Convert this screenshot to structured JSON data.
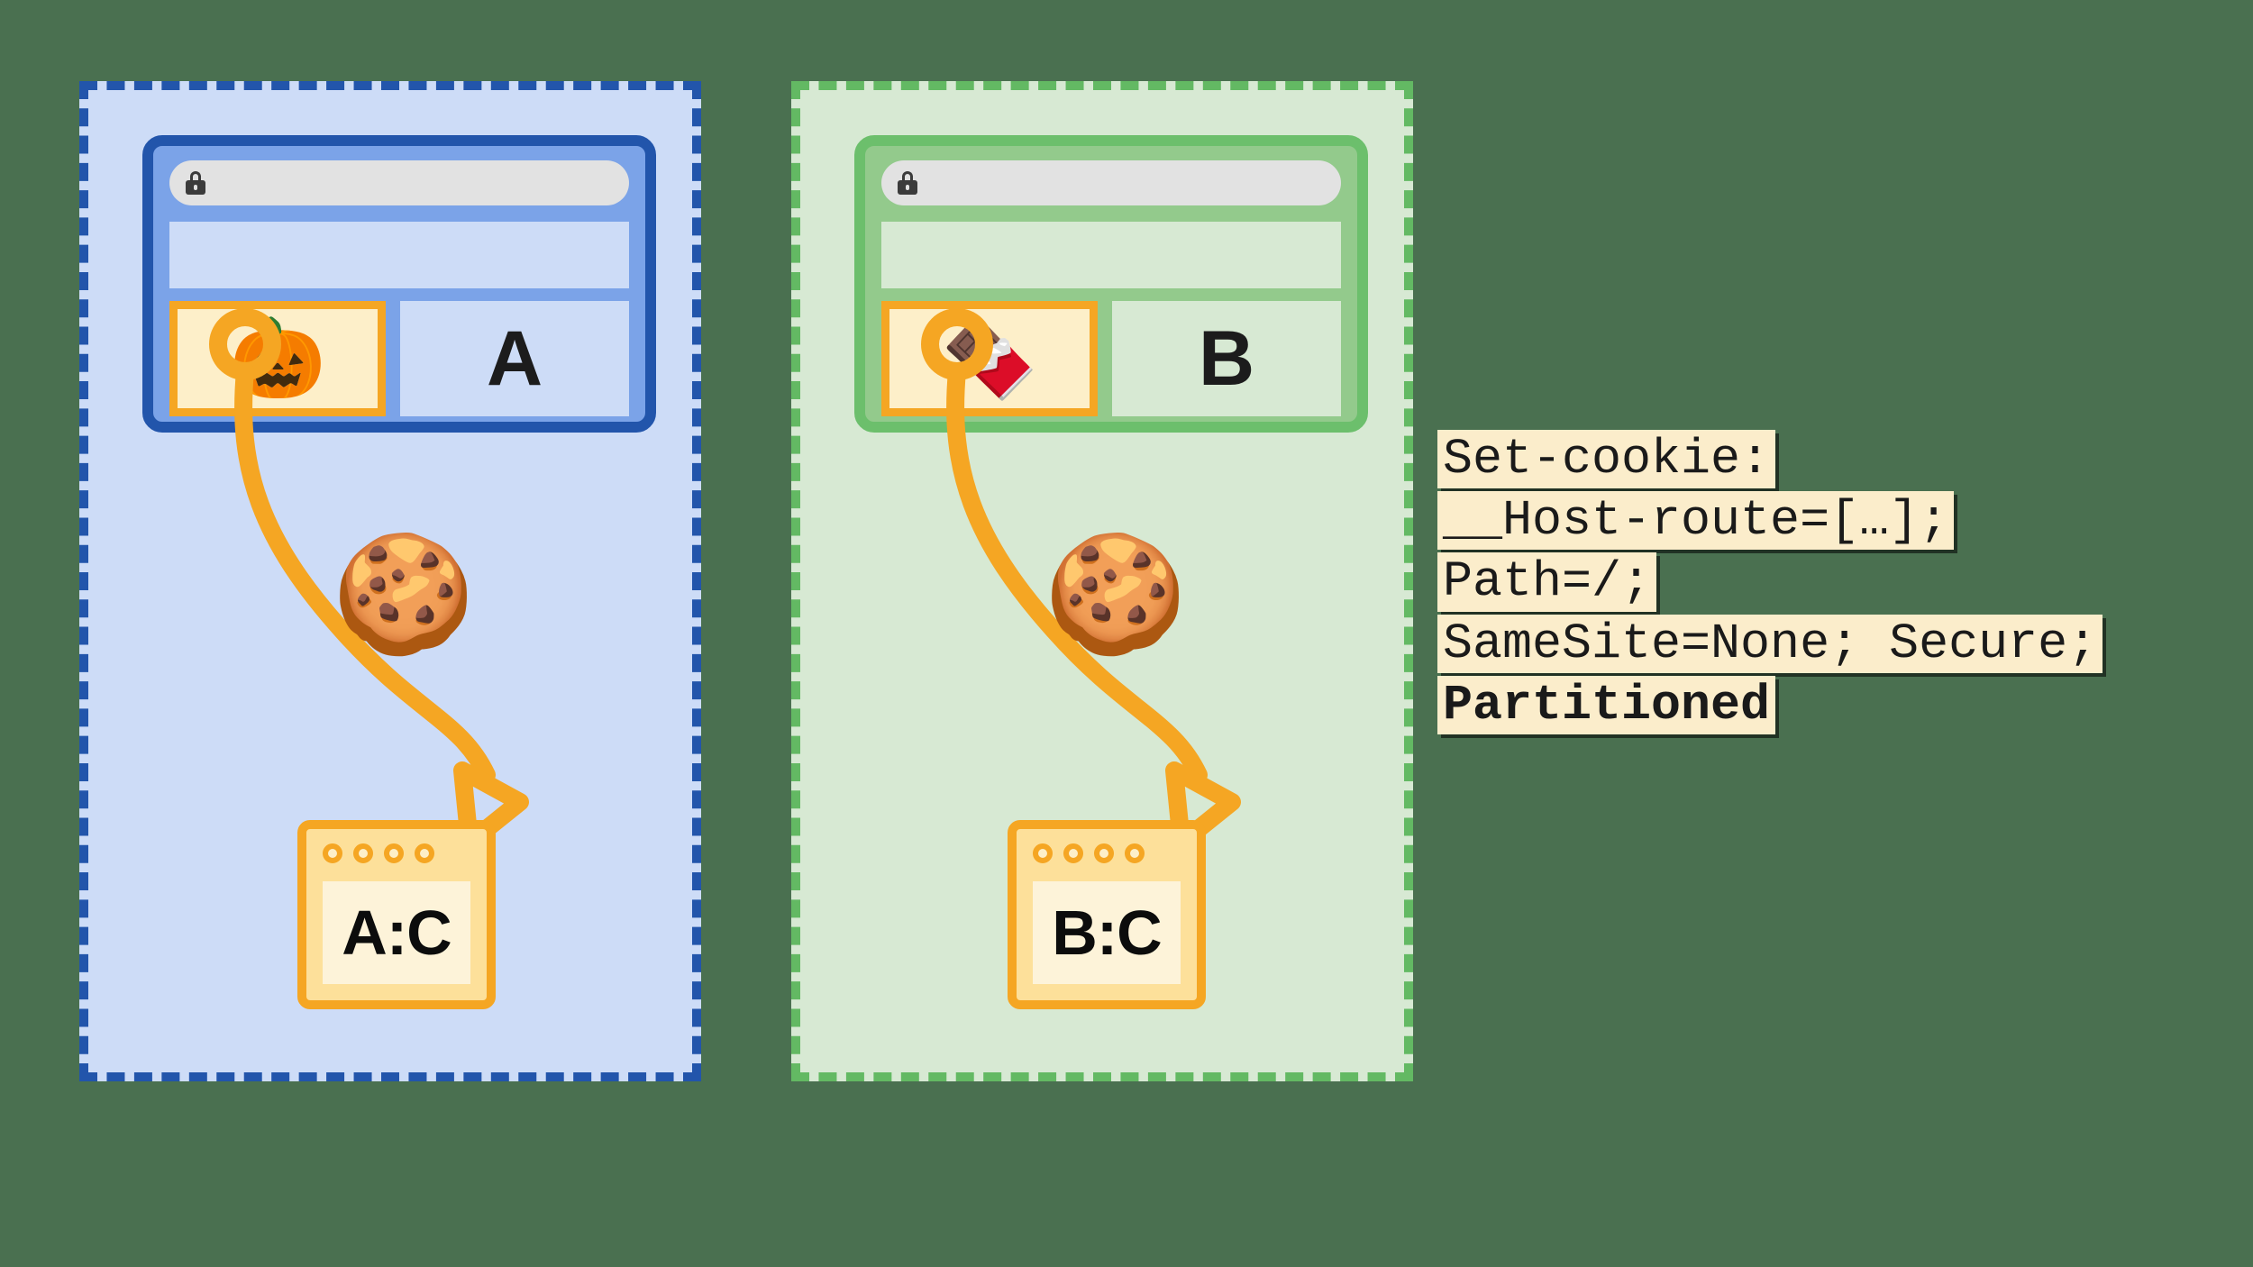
{
  "background_color": "#4a7050",
  "panels": [
    {
      "id": "partition-a",
      "accent": "#2255ab",
      "fill": "#cddcf7",
      "browser": {
        "letter": "A",
        "site_emoji": "🎃",
        "site_emoji_name": "jack-o-lantern-icon",
        "lock_icon": "lock-icon",
        "address_value": ""
      },
      "cookie_emoji": "🍪",
      "storage": {
        "label": "A:C",
        "dot_count": 4
      }
    },
    {
      "id": "partition-b",
      "accent": "#63b963",
      "fill": "#d7e9d3",
      "browser": {
        "letter": "B",
        "site_emoji": "🍫",
        "site_emoji_name": "chocolate-bar-icon",
        "lock_icon": "lock-icon",
        "address_value": ""
      },
      "cookie_emoji": "🍪",
      "storage": {
        "label": "B:C",
        "dot_count": 4
      }
    }
  ],
  "code": {
    "lines": [
      {
        "text": "Set-cookie:",
        "bold": false
      },
      {
        "text": "__Host-route=[…];",
        "bold": false
      },
      {
        "text": "Path=/;",
        "bold": false
      },
      {
        "text": "SameSite=None; Secure;",
        "bold": false
      },
      {
        "text": "Partitioned",
        "bold": true
      }
    ],
    "background": "#fbedcb",
    "text_color": "#1a1a1a"
  },
  "connector_color": "#f5a623"
}
